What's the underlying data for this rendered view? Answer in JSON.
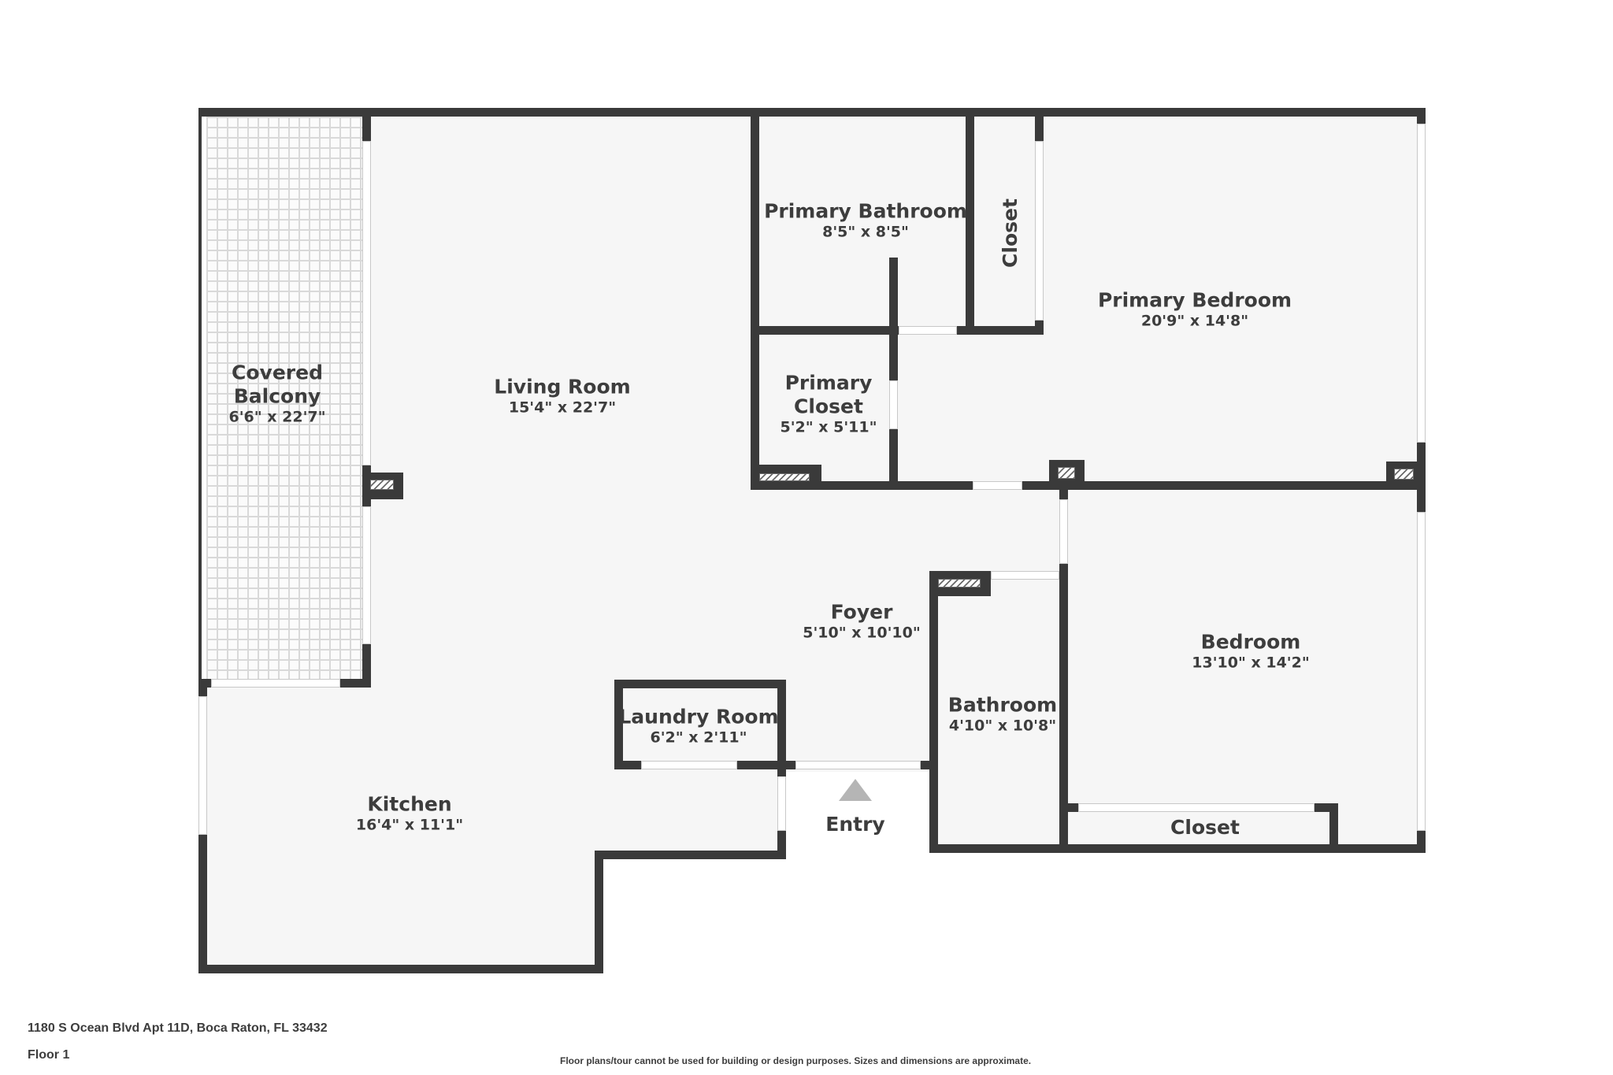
{
  "rooms": {
    "covered_balcony": {
      "name": "Covered\nBalcony",
      "name_line1": "Covered",
      "name_line2": "Balcony",
      "dims": "6'6\" x 22'7\""
    },
    "living_room": {
      "name": "Living Room",
      "dims": "15'4\" x 22'7\""
    },
    "primary_bathroom": {
      "name": "Primary Bathroom",
      "dims": "8'5\" x 8'5\""
    },
    "closet_vertical": {
      "name": "Closet"
    },
    "primary_bedroom": {
      "name": "Primary Bedroom",
      "dims": "20'9\" x 14'8\""
    },
    "primary_closet": {
      "name_line1": "Primary",
      "name_line2": "Closet",
      "dims": "5'2\" x 5'11\""
    },
    "foyer": {
      "name": "Foyer",
      "dims": "5'10\" x 10'10\""
    },
    "bedroom": {
      "name": "Bedroom",
      "dims": "13'10\" x 14'2\""
    },
    "bathroom": {
      "name": "Bathroom",
      "dims": "4'10\" x 10'8\""
    },
    "laundry_room": {
      "name": "Laundry Room",
      "dims": "6'2\" x 2'11\""
    },
    "kitchen": {
      "name": "Kitchen",
      "dims": "16'4\" x 11'1\""
    },
    "bedroom_closet": {
      "name": "Closet"
    }
  },
  "entry": {
    "label": "Entry",
    "icon": "entry-arrow-icon"
  },
  "footer": {
    "address": "1180 S Ocean Blvd Apt 11D, Boca Raton, FL 33432",
    "floor": "Floor 1",
    "disclaimer": "Floor plans/tour cannot be used for building or design purposes. Sizes and dimensions are approximate."
  },
  "colors": {
    "wall": "#3a3a3a",
    "floor": "#f6f6f6",
    "text": "#3d3d3d",
    "entry_arrow": "#b5b5b5"
  }
}
